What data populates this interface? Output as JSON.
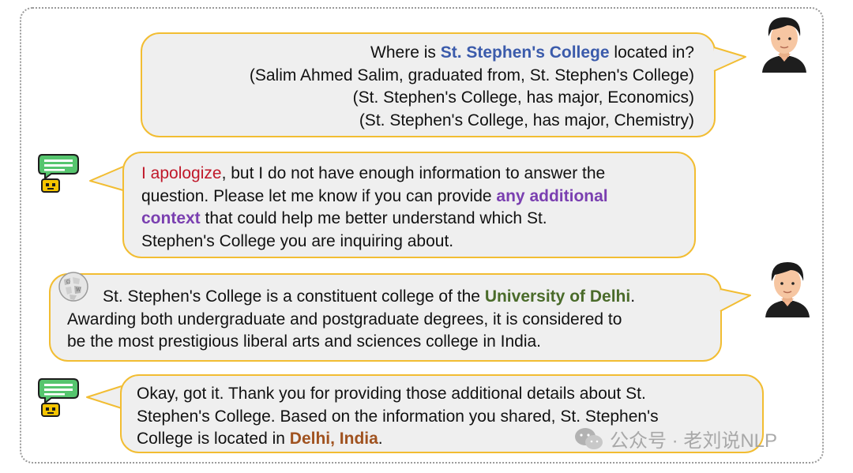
{
  "colors": {
    "bubble_fill": "#efefef",
    "bubble_border": "#f2bd32",
    "entity_blue": "#3b5bab",
    "apology_red": "#c0182a",
    "context_purple": "#7a3fb0",
    "university_green": "#4a6b2a",
    "answer_brown": "#a0521f"
  },
  "icons": {
    "user": "person-avatar-icon",
    "bot": "robot-chat-icon",
    "wiki": "wikipedia-globe-icon",
    "wechat": "wechat-logo-icon"
  },
  "messages": {
    "user_query": {
      "pre": "Where is ",
      "entity": "St. Stephen's College",
      "post": " located in?",
      "triple1": "(Salim Ahmed Salim, graduated from, St. Stephen's College)",
      "triple2": "(St. Stephen's College, has major, Economics)",
      "triple3": "(St. Stephen's College, has major, Chemistry)"
    },
    "bot_reply1": {
      "apology": "I apologize",
      "l1_rest": ", but I do not have enough information to answer the",
      "l2_pre": "question. Please let me know if you can provide ",
      "l2_kw": "any additional",
      "l3_kw": "context",
      "l3_rest": " that could help me better understand which St.",
      "l4": "Stephen's College you are inquiring about."
    },
    "wiki_context": {
      "l1_pre": "St. Stephen's College is a constituent college of the ",
      "l1_kw": "University of Delhi",
      "l1_post": ".",
      "l2": "Awarding both undergraduate and postgraduate degrees, it is considered to",
      "l3": "be the most prestigious liberal arts and sciences college in India."
    },
    "bot_reply2": {
      "l1": "Okay, got it. Thank you for providing those additional details about St.",
      "l2": "Stephen's College. Based on the information you shared, St. Stephen's",
      "l3_pre": "College is located in ",
      "l3_kw": "Delhi, India",
      "l3_post": "."
    }
  },
  "watermark": {
    "text": "公众号 · 老刘说NLP"
  }
}
